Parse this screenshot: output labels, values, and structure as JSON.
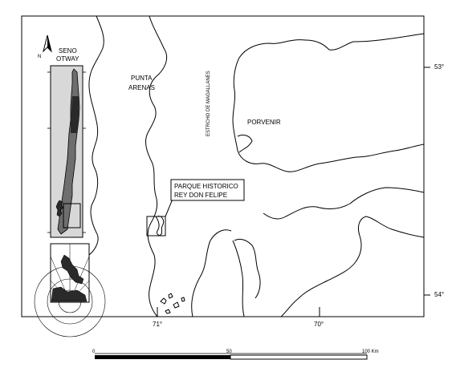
{
  "labels": {
    "seno_otway": [
      "SENO",
      "OTWAY"
    ],
    "punta_arenas": [
      "PUNTA",
      "ARENAS"
    ],
    "estrecho": "ESTRCHO DE MAGALLANES",
    "porvenir": "PORVENIR",
    "parque": [
      "PARQUE HISTORICO",
      "REY   DON   FELIPE"
    ],
    "north": "N"
  },
  "coords": {
    "lat_top": "53°",
    "lat_bottom": "54°",
    "lon_left": "71°",
    "lon_right": "70°"
  },
  "scale_bar": {
    "start": "0",
    "mid": "50",
    "end": "100 Km"
  },
  "colors": {
    "ink": "#000000",
    "paper": "#ffffff",
    "chile_land": "#6e6e6e",
    "chile_dark": "#2a2a2a",
    "inset_bg": "#d0d0d0"
  }
}
